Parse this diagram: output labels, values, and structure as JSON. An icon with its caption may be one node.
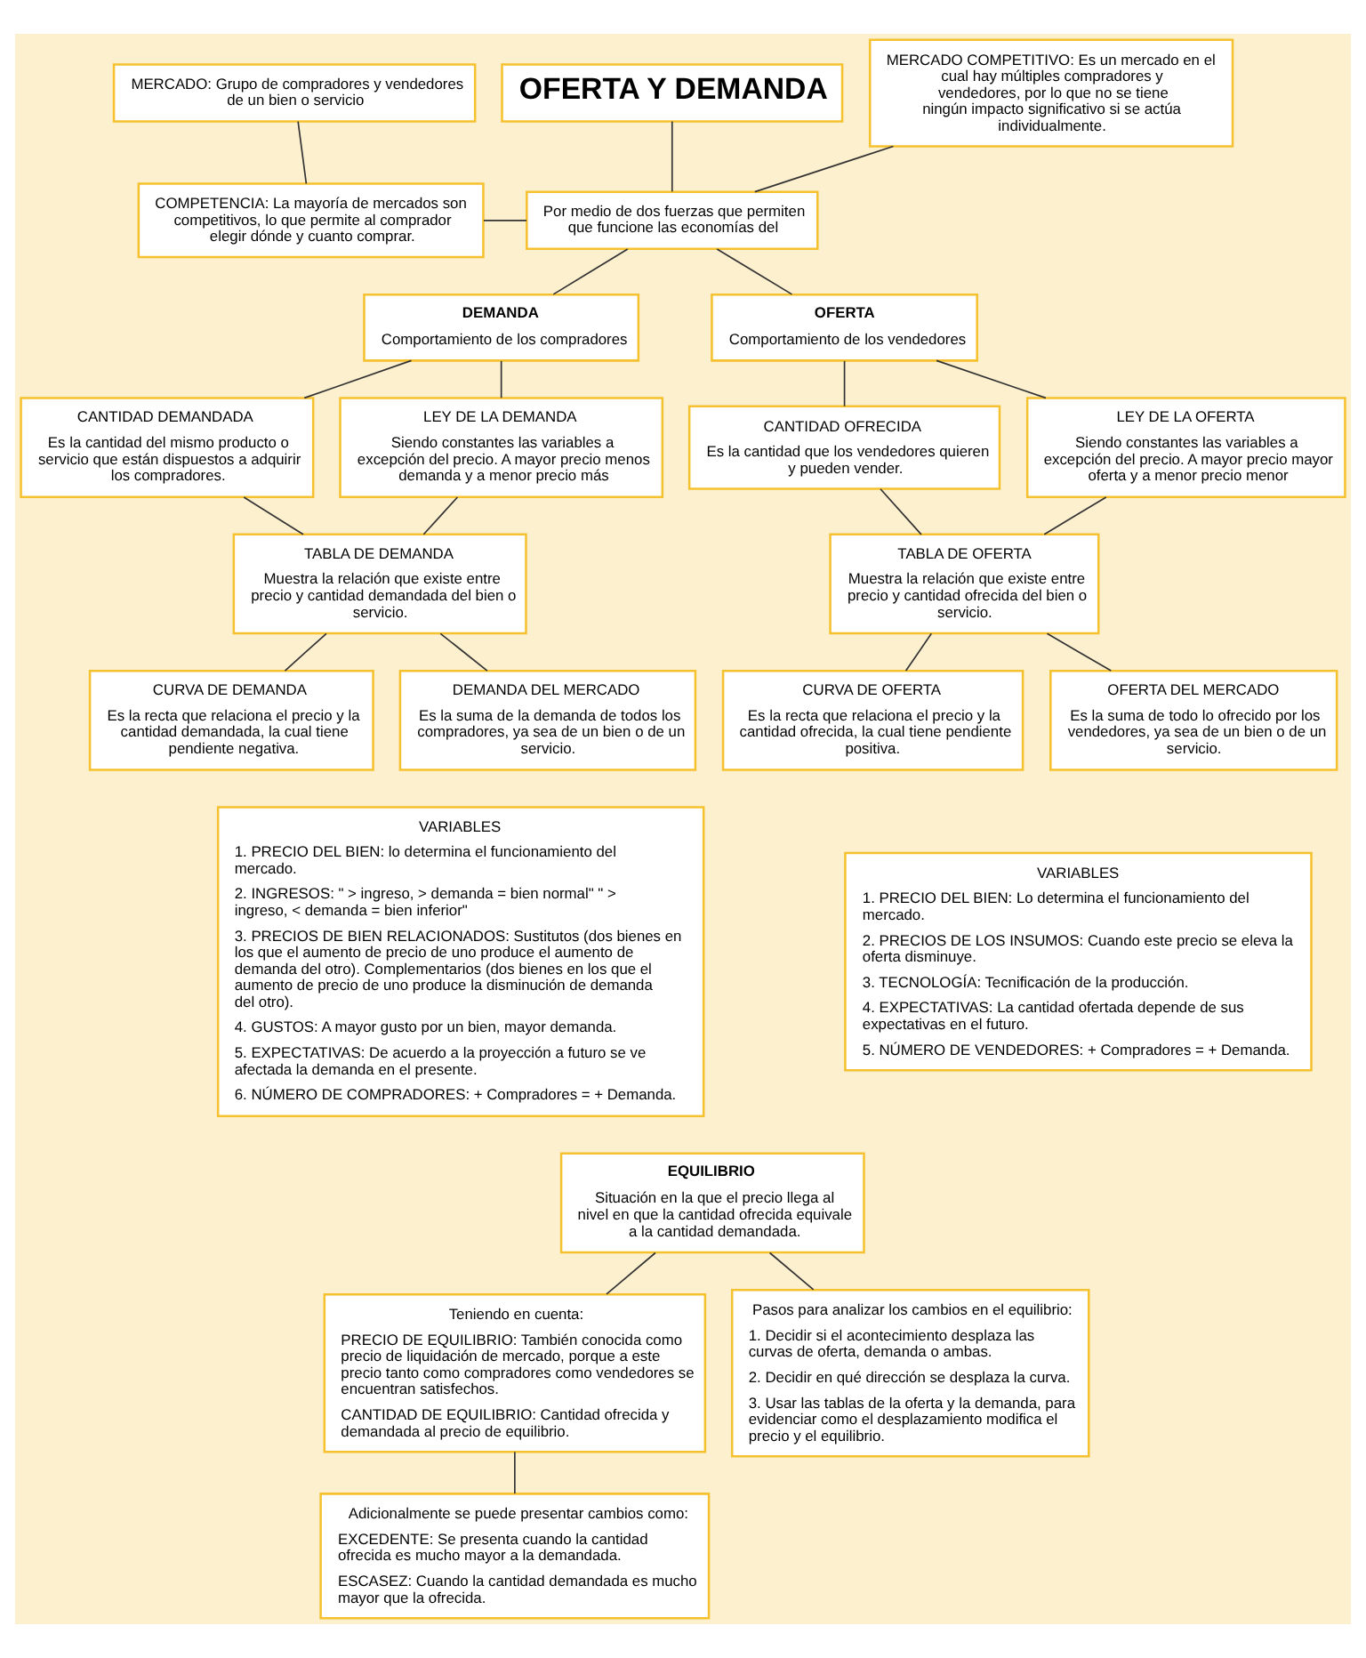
{
  "diagram": {
    "nodes": [
      {
        "text": [
          "OFERTA Y DEMANDA"
        ]
      },
      {
        "text": [
          "MERCADO: Grupo de compradores y vendedores de un bien o servicio"
        ]
      },
      {
        "text": [
          "COMPETENCIA: La mayoría de mercados son competitivos, lo que permite al comprador elegir dónde y cuanto comprar."
        ]
      },
      {
        "text": [
          "Por medio de dos fuerzas que permiten que funcione las economías del"
        ]
      },
      {
        "text": [
          "MERCADO COMPETITIVO: Es un mercado en el cual hay múltiples compradores y vendedores, por lo que no se tiene ningún impacto significativo si se actúa individualmente."
        ]
      },
      {
        "text": [
          "DEMANDA",
          "Comportamiento de los compradores"
        ]
      },
      {
        "text": [
          "OFERTA",
          "Comportamiento de los vendedores"
        ]
      },
      {
        "text": [
          "CANTIDAD DEMANDADA",
          "Es la cantidad del mismo producto o servicio que están dispuestos a adquirir los compradores."
        ]
      },
      {
        "text": [
          "LEY DE LA DEMANDA",
          "Siendo constantes las variables a excepción del precio. A mayor precio menos demanda y a menor precio más"
        ]
      },
      {
        "text": [
          "CANTIDAD OFRECIDA",
          "Es la cantidad que los vendedores quieren y pueden vender."
        ]
      },
      {
        "text": [
          "LEY DE LA OFERTA",
          "Siendo constantes las variables a excepción del precio. A mayor precio mayor oferta y a menor precio menor"
        ]
      },
      {
        "text": [
          "TABLA DE DEMANDA",
          "Muestra la relación que existe entre precio y cantidad demandada del bien o servicio."
        ]
      },
      {
        "text": [
          "TABLA DE OFERTA",
          "Muestra la relación que existe entre precio y cantidad ofrecida del bien o servicio."
        ]
      },
      {
        "text": [
          "CURVA DE DEMANDA",
          "Es la recta que relaciona el precio y la cantidad demandada, la cual tiene pendiente negativa."
        ]
      },
      {
        "text": [
          "DEMANDA DEL MERCADO",
          "Es la suma de la demanda de todos los compradores, ya sea de un bien o de un servicio."
        ]
      },
      {
        "text": [
          "CURVA DE OFERTA",
          "Es la recta que relaciona el precio y la cantidad ofrecida, la cual tiene pendiente positiva."
        ]
      },
      {
        "text": [
          "OFERTA DEL MERCADO",
          "Es la suma de todo lo ofrecido por los vendedores, ya sea de un bien o de un servicio."
        ]
      },
      {
        "text": [
          "VARIABLES",
          "1. PRECIO DEL BIEN: lo determina el funcionamiento del mercado.",
          "2. INGRESOS: \" > ingreso, > demanda = bien normal\" \" > ingreso, < demanda = bien inferior\"",
          "3. PRECIOS DE BIEN RELACIONADOS: Sustitutos (dos bienes en los que el aumento de precio de uno produce el aumento de demanda del otro). Complementarios (dos bienes en los que el aumento de precio de uno produce la disminución de demanda del otro).",
          "4. GUSTOS: A mayor gusto por un bien, mayor demanda.",
          "5. EXPECTATIVAS: De acuerdo a la proyección a futuro se ve afectada la demanda en el presente.",
          "6. NÚMERO DE COMPRADORES: + Compradores = + Demanda."
        ]
      },
      {
        "text": [
          "VARIABLES",
          "1. PRECIO DEL BIEN: Lo determina el funcionamiento del mercado.",
          "2. PRECIOS DE LOS INSUMOS: Cuando este precio se eleva la oferta disminuye.",
          "3. TECNOLOGÍA: Tecnificación de la producción.",
          "4. EXPECTATIVAS: La cantidad ofertada depende de sus expectativas en el futuro.",
          "5. NÚMERO DE VENDEDORES: + Compradores = + Demanda."
        ]
      },
      {
        "text": [
          "EQUILIBRIO",
          "Situación en la que el precio llega al nivel en que la cantidad ofrecida equivale a la cantidad demandada."
        ]
      },
      {
        "text": [
          "Teniendo en cuenta:",
          "PRECIO DE EQUILIBRIO: También conocida como precio de liquidación de mercado, porque a este precio tanto como compradores como vendedores se encuentran satisfechos.",
          "CANTIDAD DE EQUILIBRIO: Cantidad ofrecida y demandada al precio de equilibrio."
        ]
      },
      {
        "text": [
          "Adicionalmente se puede presentar cambios como:",
          "EXCEDENTE: Se presenta cuando la cantidad ofrecida es mucho mayor a la demandada.",
          "ESCASEZ: Cuando la cantidad demandada es mucho mayor que la ofrecida."
        ]
      },
      {
        "text": [
          "Pasos para analizar los cambios en el equilibrio:",
          "1. Decidir si el acontecimiento desplaza las curvas de oferta, demanda o ambas.",
          "2. Decidir en qué dirección se desplaza la curva.",
          "3. Usar las tablas de la oferta y la demanda, para evidenciar como el desplazamiento modifica el precio y el equilibrio."
        ]
      }
    ],
    "edges": [
      {
        "from": 0,
        "to": 3,
        "arrow": "none"
      },
      {
        "from": 1,
        "to": 2,
        "arrow": "none"
      },
      {
        "from": 2,
        "to": 3,
        "arrow": "none"
      },
      {
        "from": 3,
        "to": 4,
        "arrow": "none"
      },
      {
        "from": 3,
        "to": 5,
        "arrow": "none"
      },
      {
        "from": 3,
        "to": 6,
        "arrow": "none"
      },
      {
        "from": 5,
        "to": 7,
        "arrow": "none"
      },
      {
        "from": 5,
        "to": 8,
        "arrow": "none"
      },
      {
        "from": 6,
        "to": 9,
        "arrow": "none"
      },
      {
        "from": 6,
        "to": 10,
        "arrow": "none"
      },
      {
        "from": 7,
        "to": 11,
        "arrow": "none"
      },
      {
        "from": 8,
        "to": 11,
        "arrow": "none"
      },
      {
        "from": 9,
        "to": 12,
        "arrow": "none"
      },
      {
        "from": 10,
        "to": 12,
        "arrow": "none"
      },
      {
        "from": 11,
        "to": 13,
        "arrow": "none"
      },
      {
        "from": 11,
        "to": 14,
        "arrow": "none"
      },
      {
        "from": 12,
        "to": 15,
        "arrow": "none"
      },
      {
        "from": 12,
        "to": 16,
        "arrow": "none"
      },
      {
        "from": 19,
        "to": 20,
        "arrow": "none"
      },
      {
        "from": 19,
        "to": 22,
        "arrow": "none"
      },
      {
        "from": 20,
        "to": 21,
        "arrow": "none"
      }
    ]
  }
}
